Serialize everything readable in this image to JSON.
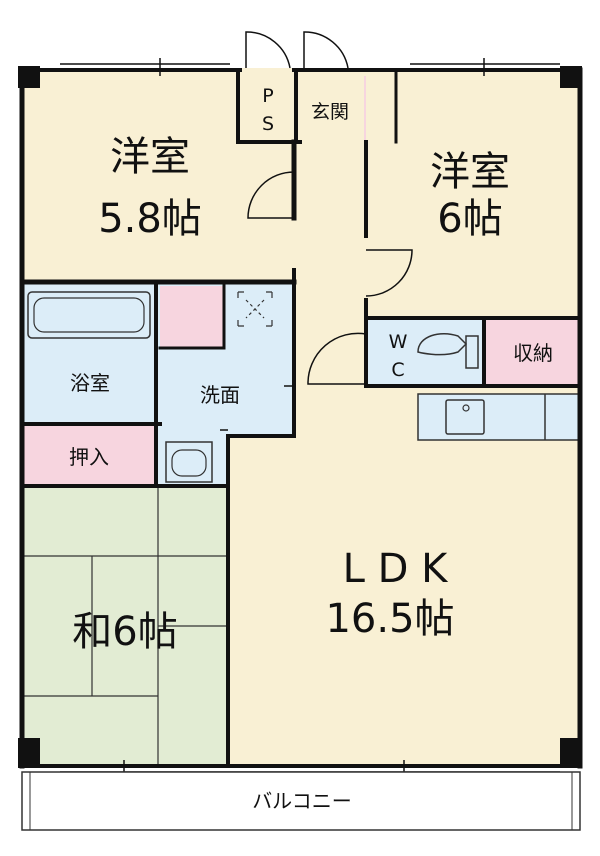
{
  "plan": {
    "rooms": {
      "western_left": {
        "name": "洋室",
        "size": "5.8帖"
      },
      "western_right": {
        "name": "洋室",
        "size": "6帖"
      },
      "japanese": {
        "label": "和6帖"
      },
      "ldk": {
        "name": "L D K",
        "size": "16.5帖"
      },
      "bath": {
        "label": "浴室"
      },
      "washroom": {
        "label": "洗面"
      },
      "closet_oshiire": {
        "label": "押入"
      },
      "storage": {
        "label": "収納"
      },
      "entrance": {
        "label": "玄関"
      },
      "wc": {
        "top": "W",
        "bottom": "C"
      },
      "ps": {
        "top": "P",
        "bottom": "S"
      },
      "balcony": {
        "label": "バルコニー"
      }
    },
    "colors": {
      "western": "#f9f0d4",
      "ldk": "#f9f0d4",
      "japanese": "#e2ecd3",
      "wet": "#dcedf8",
      "closet": "#f7d5df",
      "wall": "#111111"
    }
  }
}
